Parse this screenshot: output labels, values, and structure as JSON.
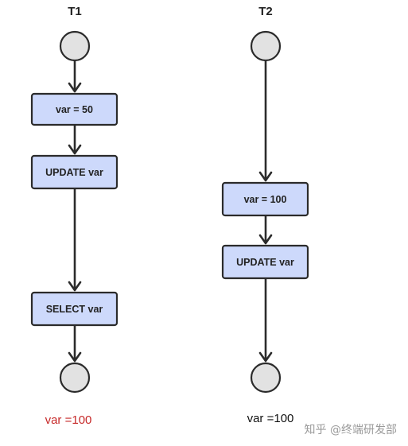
{
  "lanes": [
    {
      "title": "T1",
      "steps": [
        "var = 50",
        "UPDATE var",
        "SELECT var"
      ],
      "result": "var =100",
      "result_color": "#c62828"
    },
    {
      "title": "T2",
      "steps": [
        "var = 100",
        "UPDATE var"
      ],
      "result": "var =100",
      "result_color": "#111111"
    }
  ],
  "watermark": "知乎 @终端研发部"
}
